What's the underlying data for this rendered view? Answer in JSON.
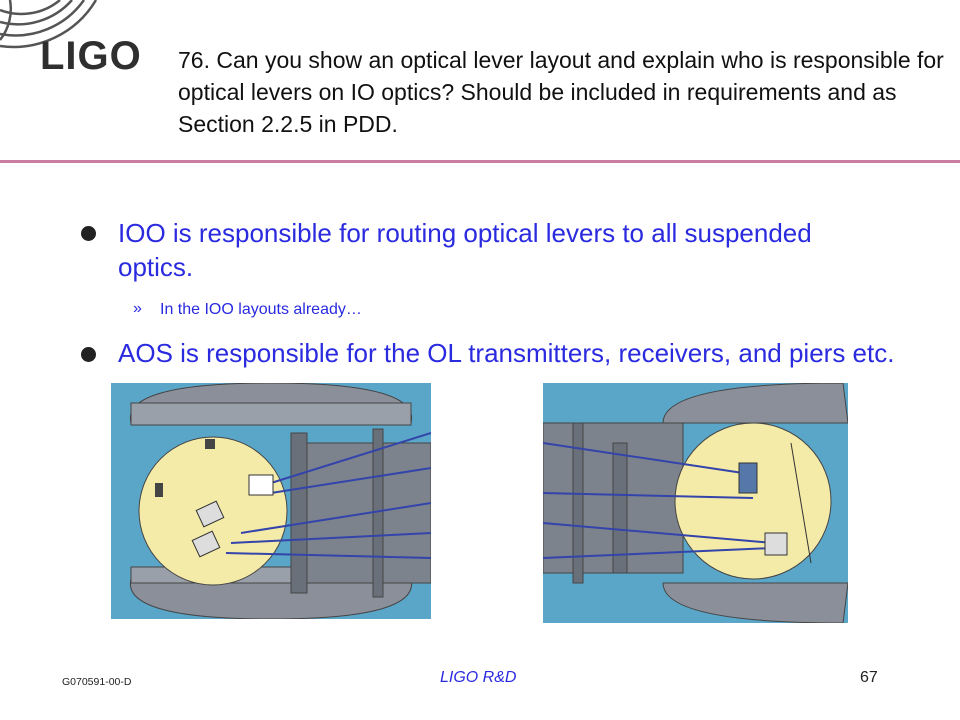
{
  "header": {
    "logo_text": "LIGO",
    "title": "76. Can you show an optical lever layout and explain who is responsible for optical levers on IO optics? Should be included in requirements and as Section 2.2.5 in PDD."
  },
  "bullets": [
    {
      "text": "IOO is responsible for routing optical levers to all suspended optics."
    },
    {
      "text": "AOS is responsible for the OL transmitters, receivers, and piers etc."
    }
  ],
  "sub_bullets": [
    {
      "marker": "»",
      "text": "In the IOO layouts already…"
    }
  ],
  "figures": [
    {
      "name": "left-chamber-layout"
    },
    {
      "name": "right-chamber-layout"
    }
  ],
  "colors": {
    "accent_rule": "#c97ea1",
    "bullet_text": "#2a2adf",
    "figure_background": "#5aa6c9",
    "chamber_table": "#f4eba9"
  },
  "footer": {
    "doc_id": "G070591-00-D",
    "center": "LIGO R&D",
    "page": "67"
  }
}
